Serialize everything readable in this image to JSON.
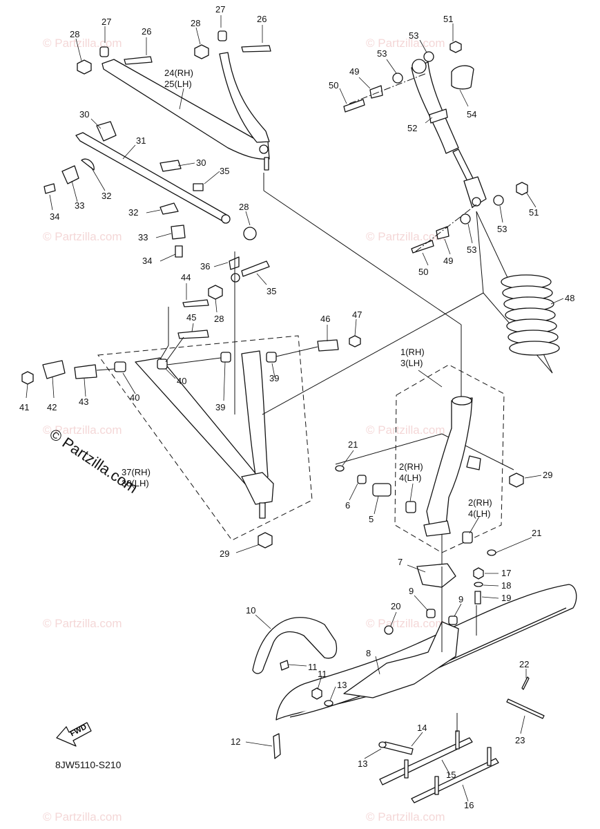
{
  "watermark": {
    "text": "© Partzilla.com",
    "copyright_text": "© Partzilla.com"
  },
  "diagram_code": "8JW5110-S210",
  "fwd_label": "FWD",
  "parts": [
    {
      "num": "27"
    },
    {
      "num": "26"
    },
    {
      "num": "28"
    },
    {
      "num": "27"
    },
    {
      "num": "26"
    },
    {
      "num": "28"
    },
    {
      "num": "24(RH)"
    },
    {
      "num": "25(LH)"
    },
    {
      "num": "30"
    },
    {
      "num": "31"
    },
    {
      "num": "32"
    },
    {
      "num": "33"
    },
    {
      "num": "34"
    },
    {
      "num": "30"
    },
    {
      "num": "35"
    },
    {
      "num": "28"
    },
    {
      "num": "32"
    },
    {
      "num": "33"
    },
    {
      "num": "34"
    },
    {
      "num": "36"
    },
    {
      "num": "35"
    },
    {
      "num": "44"
    },
    {
      "num": "28"
    },
    {
      "num": "45"
    },
    {
      "num": "46"
    },
    {
      "num": "47"
    },
    {
      "num": "40"
    },
    {
      "num": "39"
    },
    {
      "num": "39"
    },
    {
      "num": "40"
    },
    {
      "num": "41"
    },
    {
      "num": "42"
    },
    {
      "num": "43"
    },
    {
      "num": "37(RH)"
    },
    {
      "num": "38(LH)"
    },
    {
      "num": "29"
    },
    {
      "num": "51"
    },
    {
      "num": "53"
    },
    {
      "num": "53"
    },
    {
      "num": "49"
    },
    {
      "num": "50"
    },
    {
      "num": "54"
    },
    {
      "num": "52"
    },
    {
      "num": "51"
    },
    {
      "num": "53"
    },
    {
      "num": "53"
    },
    {
      "num": "50"
    },
    {
      "num": "49"
    },
    {
      "num": "48"
    },
    {
      "num": "1(RH)"
    },
    {
      "num": "3(LH)"
    },
    {
      "num": "21"
    },
    {
      "num": "2(RH)"
    },
    {
      "num": "4(LH)"
    },
    {
      "num": "6"
    },
    {
      "num": "5"
    },
    {
      "num": "2(RH)"
    },
    {
      "num": "4(LH)"
    },
    {
      "num": "29"
    },
    {
      "num": "21"
    },
    {
      "num": "7"
    },
    {
      "num": "17"
    },
    {
      "num": "18"
    },
    {
      "num": "19"
    },
    {
      "num": "9"
    },
    {
      "num": "9"
    },
    {
      "num": "20"
    },
    {
      "num": "10"
    },
    {
      "num": "8"
    },
    {
      "num": "11"
    },
    {
      "num": "11"
    },
    {
      "num": "13"
    },
    {
      "num": "22"
    },
    {
      "num": "23"
    },
    {
      "num": "12"
    },
    {
      "num": "14"
    },
    {
      "num": "13"
    },
    {
      "num": "15"
    },
    {
      "num": "16"
    }
  ]
}
